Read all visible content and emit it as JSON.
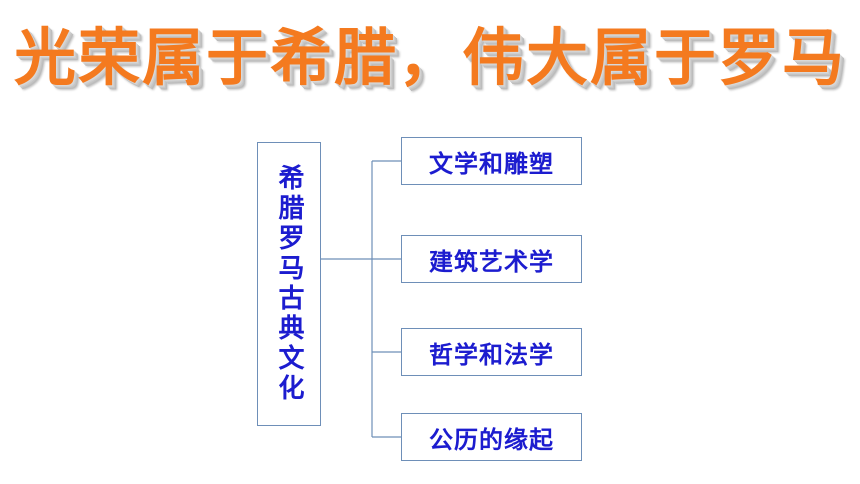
{
  "title": "光荣属于希腊，伟大属于罗马",
  "diagram": {
    "root": "希腊罗马古典文化",
    "branches": [
      "文学和雕塑",
      "建筑艺术学",
      "哲学和法学",
      "公历的缘起"
    ],
    "colors": {
      "title": "#f47a1f",
      "text": "#1c1ccf",
      "border": "#6e8fb8"
    }
  }
}
